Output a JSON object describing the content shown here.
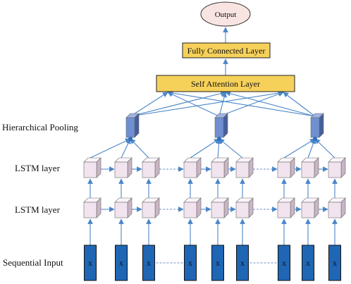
{
  "output": {
    "label": "Output"
  },
  "fully_connected": {
    "label": "Fully Connected Layer"
  },
  "self_attention": {
    "label": "Self Attention Layer"
  },
  "row_labels": {
    "pooling": "Hierarchical Pooling",
    "lstm_upper": "LSTM layer",
    "lstm_lower": "LSTM layer",
    "input": "Sequential Input"
  },
  "input_symbol": "x",
  "colors": {
    "box_fill": "#f6d15a",
    "box_border": "#222222",
    "arrow": "#4a86c8",
    "input_fill": "#1f66b5",
    "input_border": "#111111",
    "pool_front": "#6f8fd1",
    "pool_top": "#9db3e3",
    "pool_side": "#445f9c",
    "cube_front": "#f1e4ee",
    "cube_top": "#fbf5fa",
    "cube_side": "#c9b5c4",
    "dash": "#6b8fc5"
  },
  "groups": [
    {
      "columns": 3
    },
    {
      "columns": 3
    },
    {
      "columns": 3
    }
  ]
}
